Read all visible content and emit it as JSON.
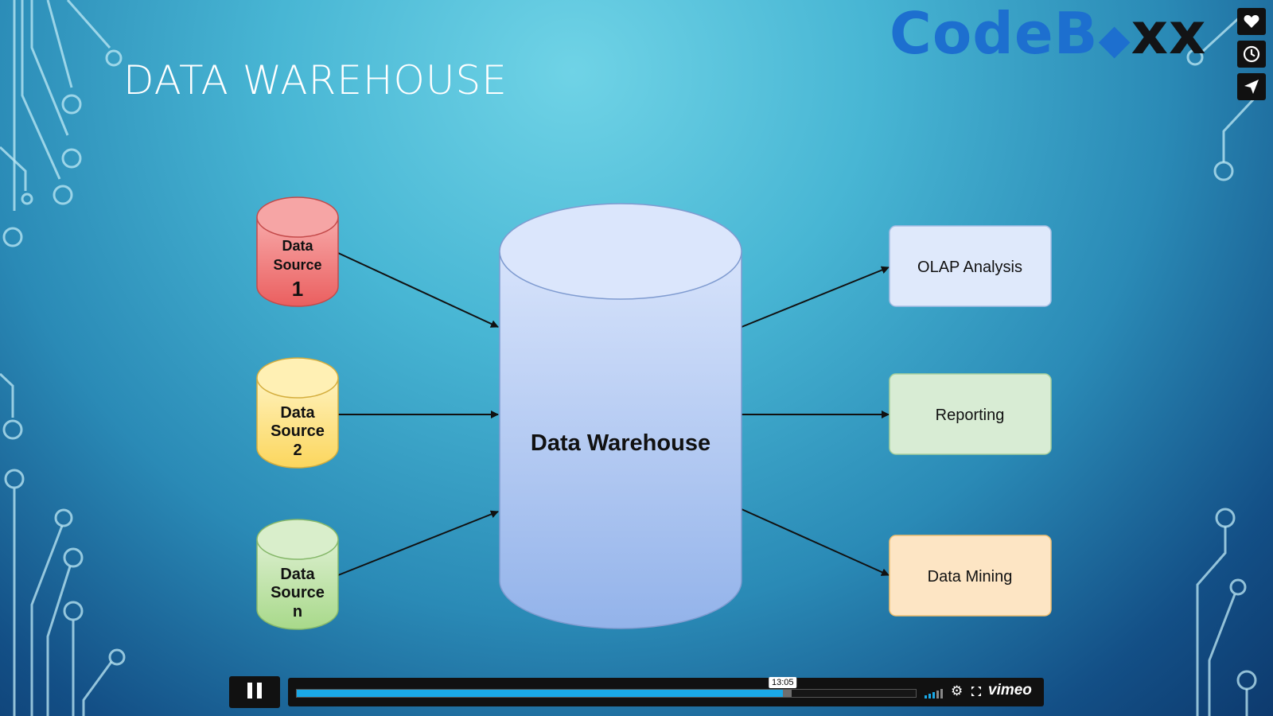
{
  "slide": {
    "title": "DATA WAREHOUSE"
  },
  "logo": {
    "part1": "CodeB",
    "cube_glyph": "◆",
    "part2": "xx",
    "colors": {
      "code": "#1d6fcf",
      "xx": "#131416"
    }
  },
  "side_buttons": [
    {
      "icon": "heart-icon"
    },
    {
      "icon": "clock-icon"
    },
    {
      "icon": "send-icon"
    }
  ],
  "diagram": {
    "sources": [
      {
        "line1": "Data",
        "line2": "Source",
        "line3": "1",
        "color": "#f27a7a"
      },
      {
        "line1": "Data",
        "line2": "Source",
        "line3": "2",
        "color": "#fde387"
      },
      {
        "line1": "Data",
        "line2": "Source",
        "line3": "n",
        "color": "#bfe3a6"
      }
    ],
    "warehouse": {
      "label": "Data Warehouse",
      "color": "#b4c9f2"
    },
    "outputs": [
      {
        "label": "OLAP Analysis",
        "color": "#dfe9fb"
      },
      {
        "label": "Reporting",
        "color": "#d8ecd4"
      },
      {
        "label": "Data Mining",
        "color": "#fde5c4"
      }
    ]
  },
  "player": {
    "state": "playing",
    "pause_icon": "pause-icon",
    "current_time": "13:05",
    "progress_fraction": 0.785,
    "loaded_fraction": 0.8,
    "brand": "vimeo",
    "accent_color": "#1aa8e6"
  }
}
